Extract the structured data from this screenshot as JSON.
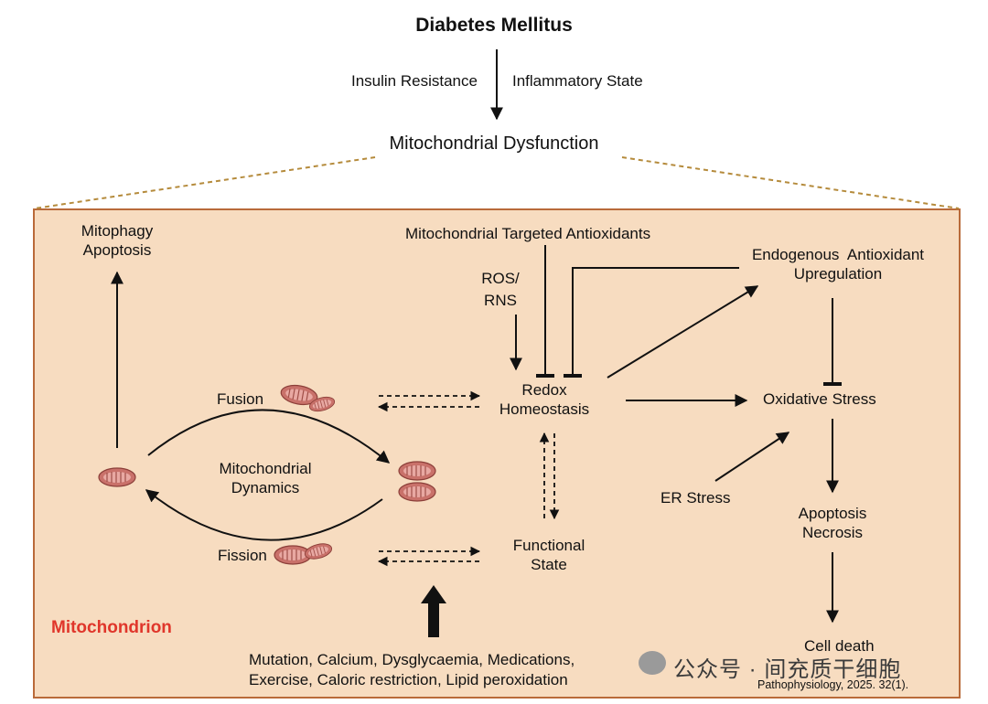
{
  "title": "Diabetes Mellitus",
  "top_labels": {
    "insulin_resistance": "Insulin Resistance",
    "inflammatory_state": "Inflammatory State",
    "mito_dysfunction": "Mitochondrial Dysfunction"
  },
  "panel": {
    "mitophagy": [
      "Mitophagy",
      "Apoptosis"
    ],
    "targeted_antioxidants": "Mitochondrial Targeted Antioxidants",
    "ros_rns": [
      "ROS/",
      "RNS"
    ],
    "endogenous": [
      "Endogenous  Antioxidant",
      "Upregulation"
    ],
    "fusion": "Fusion",
    "fission": "Fission",
    "dynamics": [
      "Mitochondrial",
      "Dynamics"
    ],
    "redox": [
      "Redox",
      "Homeostasis"
    ],
    "oxidative_stress": "Oxidative Stress",
    "er_stress": "ER Stress",
    "functional_state": [
      "Functional",
      "State"
    ],
    "apoptosis_necrosis": [
      "Apoptosis",
      "Necrosis"
    ],
    "cell_death": "Cell death",
    "mitochondrion": "Mitochondrion",
    "causes": [
      "Mutation, Calcium, Dysglycaemia, Medications,",
      "Exercise, Caloric restriction, Lipid peroxidation"
    ]
  },
  "watermark": "公众号 · 间充质干细胞",
  "citation": "Pathophysiology, 2025. 32(1).",
  "colors": {
    "panel_fill": "#f7dcc0",
    "panel_border": "#b96a3a",
    "mitochondrion_label": "#e0362b",
    "organelle": "#c9716a"
  },
  "icons": [
    "mitochondrion-icon",
    "wechat-icon"
  ]
}
